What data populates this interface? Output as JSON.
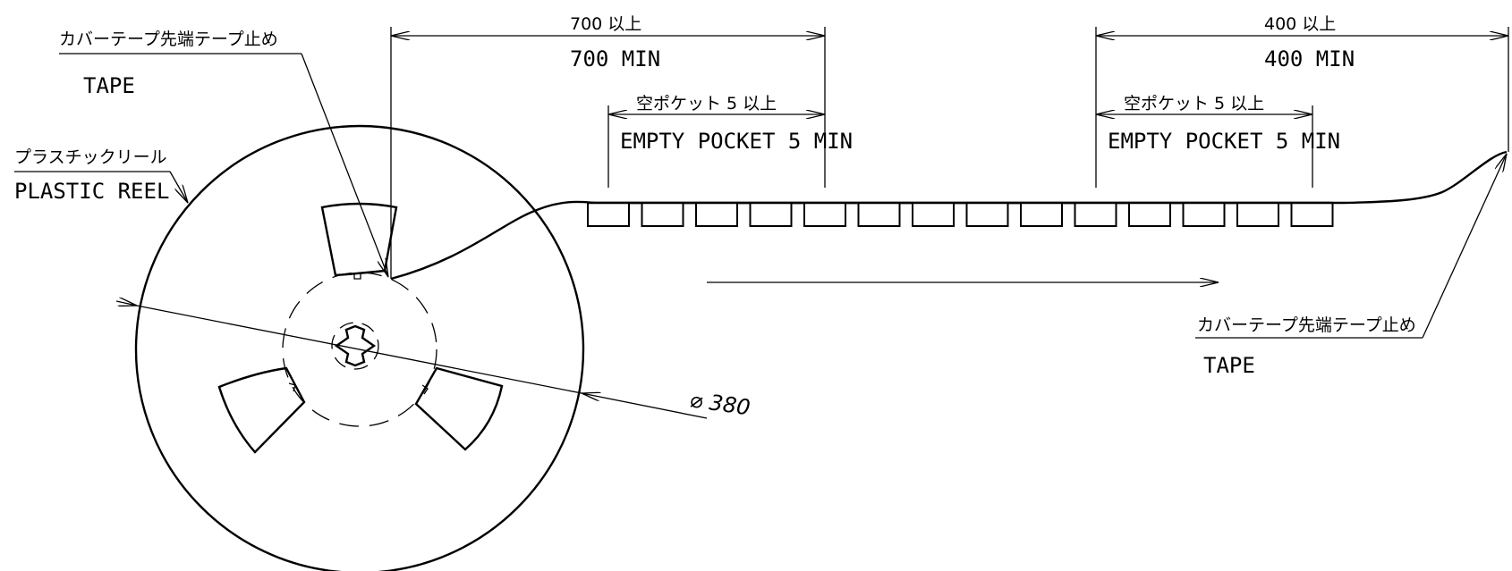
{
  "labels": {
    "cover_tape_stop_left_jp": "カバーテープ先端テープ止め",
    "tape_left": "TAPE",
    "plastic_reel_jp": "プラスチックリール",
    "plastic_reel": "PLASTIC REEL",
    "dim_700_jp": "700 以上",
    "dim_700": "700 MIN",
    "empty_pocket_left_jp": "空ポケット 5 以上",
    "empty_pocket_left": "EMPTY POCKET 5 MIN",
    "dim_400_jp": "400 以上",
    "dim_400": "400 MIN",
    "empty_pocket_right_jp": "空ポケット 5 以上",
    "empty_pocket_right": "EMPTY POCKET 5 MIN",
    "cover_tape_stop_right_jp": "カバーテープ先端テープ止め",
    "tape_right": "TAPE",
    "diameter": "⌀ 380"
  },
  "tape": {
    "pocket_count": 14
  }
}
